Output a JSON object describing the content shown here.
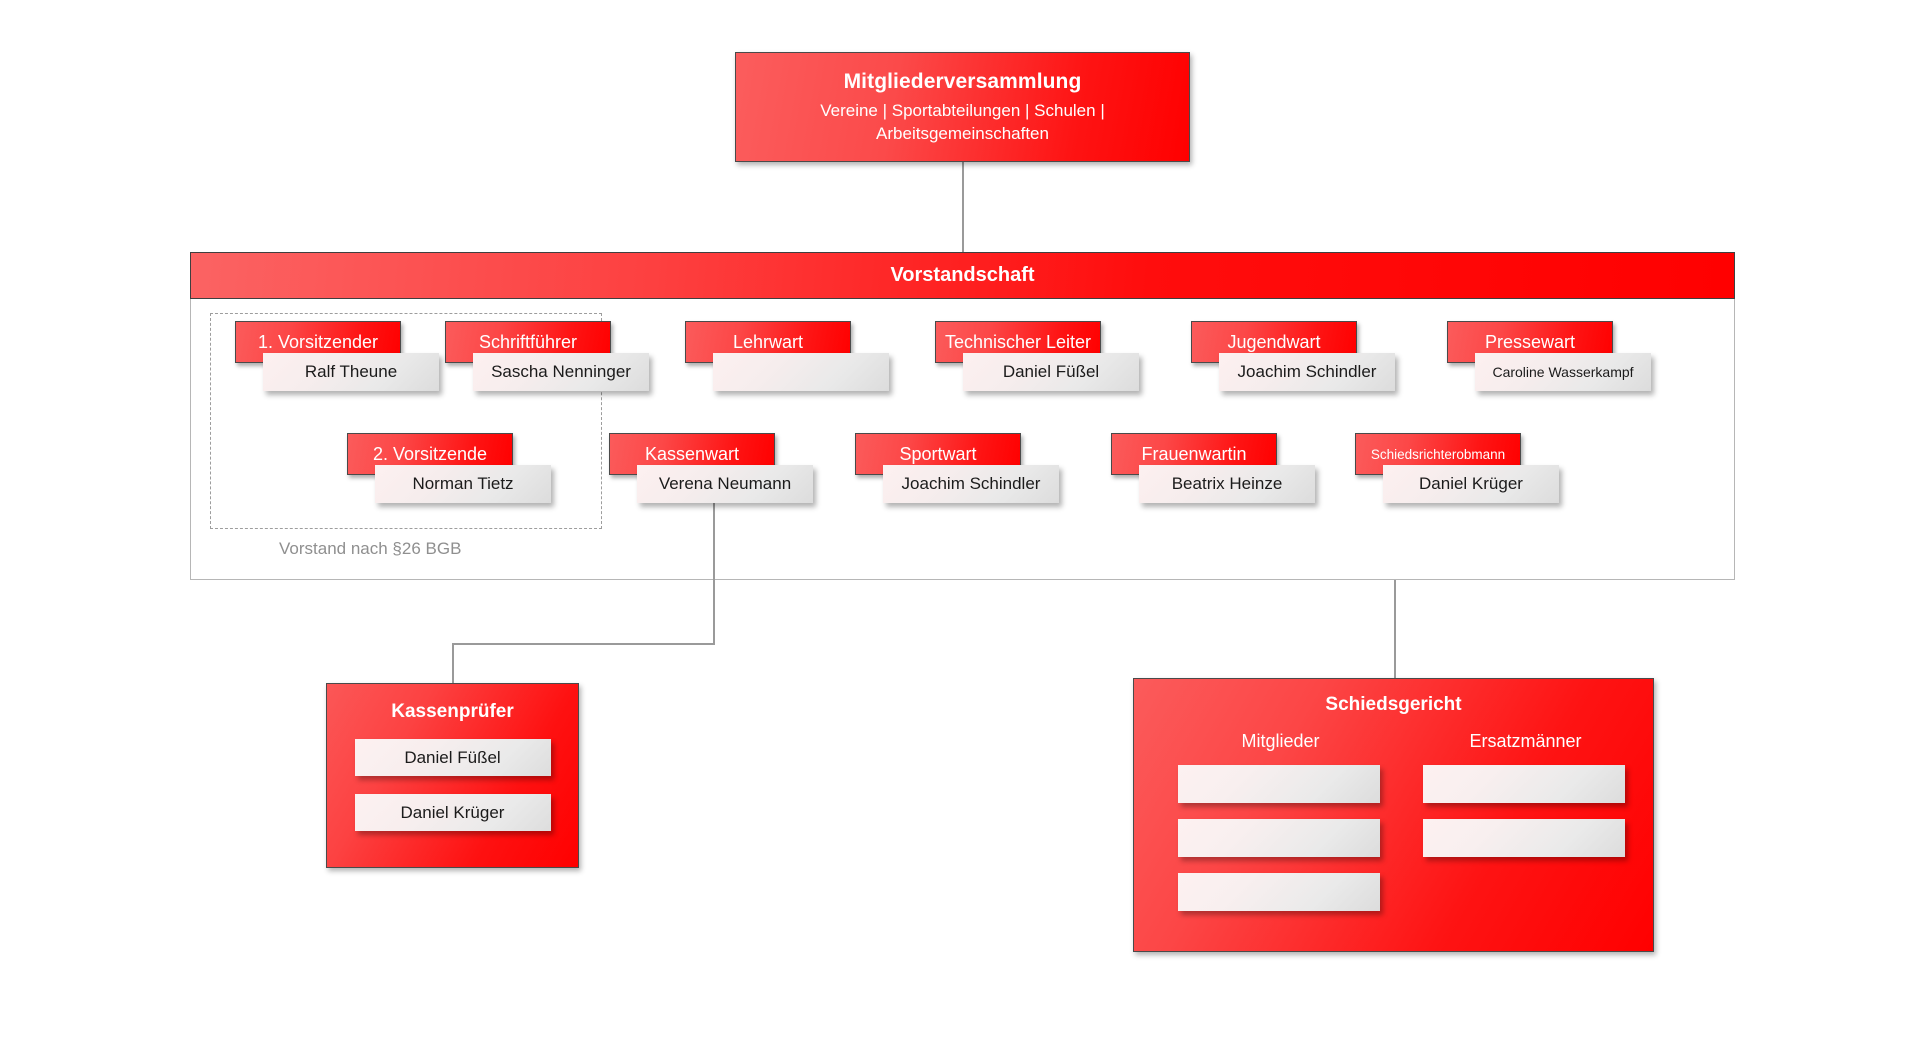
{
  "top_node": {
    "title": "Mitgliederversammlung",
    "subtitle": "Vereine | Sportabteilungen | Schulen | Arbeitsgemeinschaften"
  },
  "board_panel": {
    "header_title": "Vorstandschaft",
    "dashed_group_caption": "Vorstand nach §26 BGB",
    "row1": [
      {
        "role": "1. Vorsitzender",
        "name": "Ralf Theune"
      },
      {
        "role": "Schriftführer",
        "name": "Sascha Nenninger"
      },
      {
        "role": "Lehrwart",
        "name": ""
      },
      {
        "role": "Technischer Leiter",
        "name": "Daniel Füßel"
      },
      {
        "role": "Jugendwart",
        "name": "Joachim Schindler"
      },
      {
        "role": "Pressewart",
        "name": "Caroline Wasserkampf"
      }
    ],
    "row2": [
      {
        "role": "2. Vorsitzende",
        "name": "Norman Tietz"
      },
      {
        "role": "Kassenwart",
        "name": "Verena Neumann"
      },
      {
        "role": "Sportwart",
        "name": "Joachim Schindler"
      },
      {
        "role": "Frauenwartin",
        "name": "Beatrix Heinze"
      },
      {
        "role": "Schiedsrichterobmann",
        "name": "Daniel Krüger"
      }
    ]
  },
  "kassenpruefer": {
    "title": "Kassenprüfer",
    "members": [
      "Daniel Füßel",
      "Daniel Krüger"
    ]
  },
  "schiedsgericht": {
    "title": "Schiedsgericht",
    "columns": [
      {
        "heading": "Mitglieder",
        "slots": [
          "",
          "",
          ""
        ]
      },
      {
        "heading": "Ersatzmänner",
        "slots": [
          "",
          ""
        ]
      }
    ]
  },
  "colors": {
    "brand_red": "#FF0000",
    "brand_red_light": "#FB5B5B",
    "connector_gray": "#9A9A9A",
    "caption_gray": "#8F8F8F",
    "slot_light": "#FDF1F1",
    "slot_dark": "#DCDCDC"
  }
}
